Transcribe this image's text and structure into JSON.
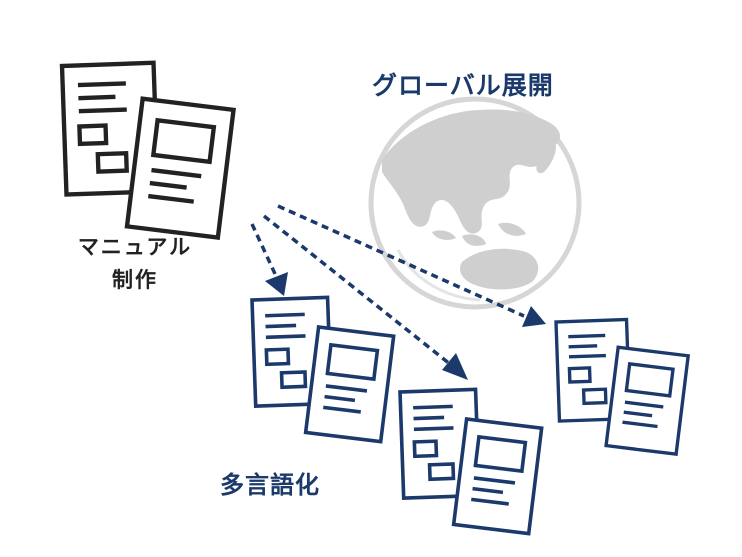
{
  "labels": {
    "global_expansion": "グローバル展開",
    "manual_line1": "マニュアル",
    "manual_line2": "制作",
    "multilingual": "多言語化"
  },
  "colors": {
    "navy": "#1b3a6b",
    "black": "#222222",
    "globe_gray": "#cfcfcf",
    "globe_outline": "#d6d6d6"
  },
  "icons": {
    "source": "document-pair-icon",
    "translated": "document-pair-icon",
    "globe": "globe-icon",
    "arrow": "dashed-arrow-icon"
  }
}
